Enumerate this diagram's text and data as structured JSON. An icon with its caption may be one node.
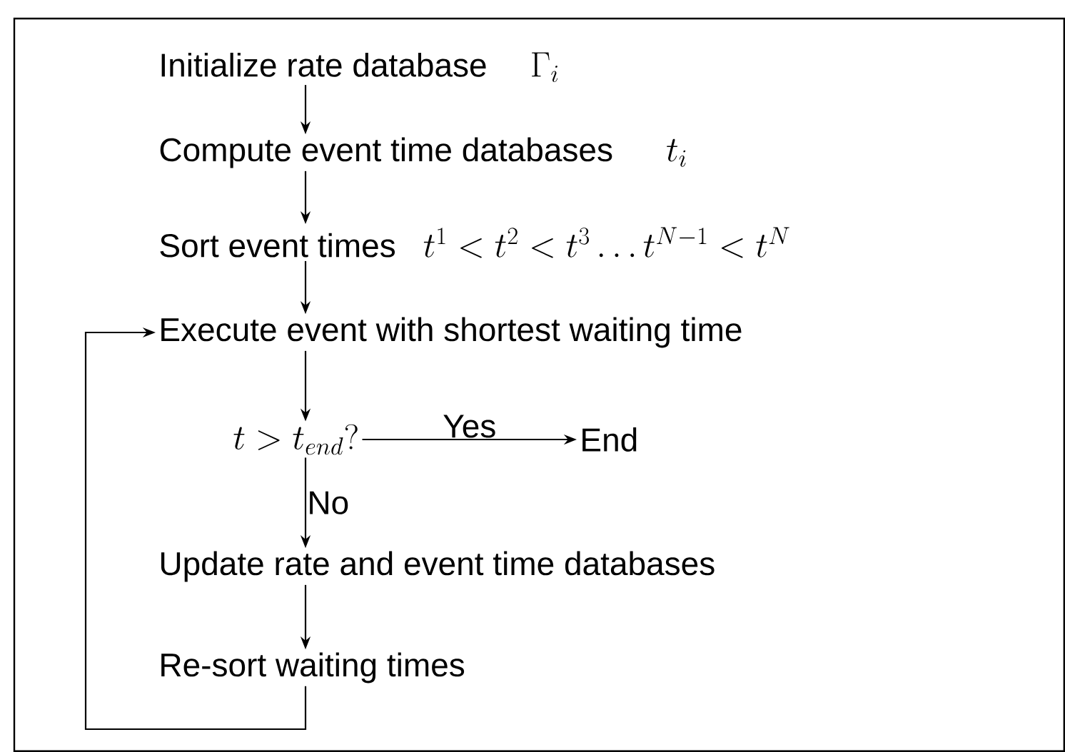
{
  "diagram": {
    "nodes": [
      {
        "text": [
          "Initialize rate database",
          "\\Gamma_i"
        ]
      },
      {
        "text": [
          "Compute event time databases",
          "t_i"
        ]
      },
      {
        "text": [
          "Sort event times",
          "t^1 < t^2 < t^3 \\ldots t^{N-1} < t^N"
        ]
      },
      {
        "text": [
          "Execute event with shortest waiting time"
        ]
      },
      {
        "text": [
          "t > t_{end}?"
        ]
      },
      {
        "text": [
          "End"
        ]
      },
      {
        "text": [
          "Update rate and event time databases"
        ]
      },
      {
        "text": [
          "Re-sort waiting times"
        ]
      }
    ],
    "edges": [
      {
        "from": 0,
        "to": 1,
        "arrow": "to"
      },
      {
        "from": 1,
        "to": 2,
        "arrow": "to"
      },
      {
        "from": 2,
        "to": 3,
        "arrow": "to"
      },
      {
        "from": 3,
        "to": 4,
        "arrow": "to"
      },
      {
        "from": 4,
        "to": 5,
        "arrow": "to",
        "label": "Yes"
      },
      {
        "from": 4,
        "to": 6,
        "arrow": "to",
        "label": "No"
      },
      {
        "from": 6,
        "to": 7,
        "arrow": "to"
      },
      {
        "from": 7,
        "to": 3,
        "arrow": "to"
      }
    ]
  }
}
